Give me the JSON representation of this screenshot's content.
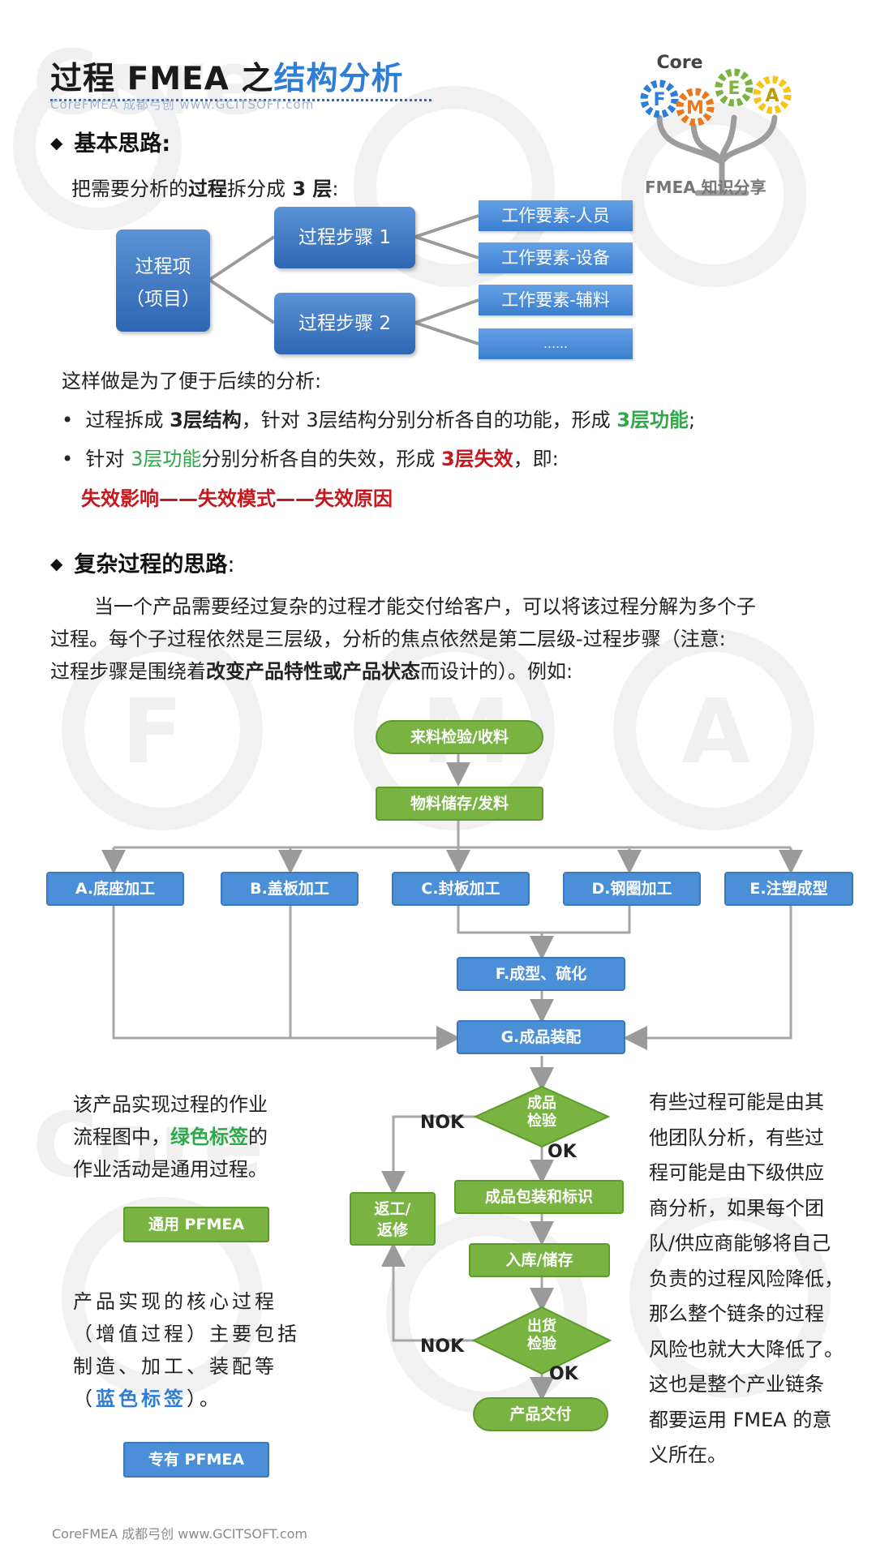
{
  "header": {
    "title_part1": "过程 FMEA 之",
    "title_part2": "结构分析",
    "subtitle": "CoreFMEA  成都弓创 www.GCITSOFT.com"
  },
  "logo": {
    "word": "Core",
    "letters": [
      "F",
      "M",
      "E",
      "A"
    ],
    "caption": "FMEA 知识分享",
    "colors": {
      "F": "#2e7ed8",
      "M": "#e87a22",
      "E": "#7cb342",
      "A": "#f5c518"
    }
  },
  "section1": {
    "heading": "基本思路:",
    "intro_a": "把需要分析的",
    "intro_b": "过程",
    "intro_c": "拆分成",
    "intro_d": " 3 层",
    "intro_e": ":",
    "tree": {
      "root_line1": "过程项",
      "root_line2": "（项目）",
      "step1": "过程步骤 1",
      "step2": "过程步骤 2",
      "elements": [
        "工作要素-人员",
        "工作要素-设备",
        "工作要素-辅料",
        "……"
      ]
    },
    "after": "这样做是为了便于后续的分析:",
    "b1_a": "过程拆成 ",
    "b1_b": "3层结构",
    "b1_c": "，针对 3层结构分别分析各自的功能，形成 ",
    "b1_d": "3层功能",
    "b1_e": ";",
    "b2_a": "针对 ",
    "b2_b": "3层功能",
    "b2_c": "分别分析各自的失效，形成 ",
    "b2_d": "3层失效",
    "b2_e": "，即:",
    "chain": "失效影响——失效模式——失效原因"
  },
  "section2": {
    "heading": "复杂过程的思路",
    "heading_colon": ":",
    "para_l1": "当一个产品需要经过复杂的过程才能交付给客户，可以将该过程分解为多个子",
    "para_l2": "过程。每个子过程依然是三层级，分析的焦点依然是第二层级-过程步骤（注意:",
    "para_l3_a": "过程步骤是围绕着",
    "para_l3_b": "改变产品特性或产品状态",
    "para_l3_c": "而设计的）。例如:"
  },
  "flow": {
    "n1": "来料检验/收料",
    "n2": "物料储存/发料",
    "a": "A.底座加工",
    "b": "B.盖板加工",
    "c": "C.封板加工",
    "d": "D.钢圈加工",
    "e": "E.注塑成型",
    "f": "F.成型、硫化",
    "g": "G.成品装配",
    "check1_l1": "成品",
    "check1_l2": "检验",
    "pack": "成品包装和标识",
    "store": "入库/储存",
    "check2_l1": "出货",
    "check2_l2": "检验",
    "deliver": "产品交付",
    "rework_l1": "返工/",
    "rework_l2": "返修",
    "nok": "NOK",
    "ok": "OK"
  },
  "left_notes": {
    "n1_l1": "该产品实现过程的作业",
    "n1_l2a": "流程图中，",
    "n1_l2b": "绿色标签",
    "n1_l2c": "的",
    "n1_l3": "作业活动是通用过程。",
    "tag1": "通用 PFMEA",
    "n2_l1": "产品实现的核心过程",
    "n2_l2": "（增值过程）主要包括",
    "n2_l3": "制造、加工、装配等",
    "n2_l4a": "（",
    "n2_l4b": "蓝色标签",
    "n2_l4c": "）。",
    "tag2": "专有 PFMEA"
  },
  "right_note": {
    "lines": [
      "有些过程可能是由其",
      "他团队分析，有些过",
      "程可能是由下级供应",
      "商分析，如果每个团",
      "队/供应商能够将自己",
      "负责的过程风险降低，",
      "那么整个链条的过程",
      "风险也就大大降低了。",
      "这也是整个产业链条",
      "都要运用 FMEA 的意",
      "义所在。"
    ]
  },
  "footer": {
    "text": "CoreFMEA  成都弓创 www.GCITSOFT.com"
  },
  "colors": {
    "accent_blue": "#2e7ed8",
    "flow_blue": "#4a8fd8",
    "flow_green": "#79b341",
    "emphasis_red": "#c8161d",
    "emphasis_green": "#2ea84a"
  }
}
